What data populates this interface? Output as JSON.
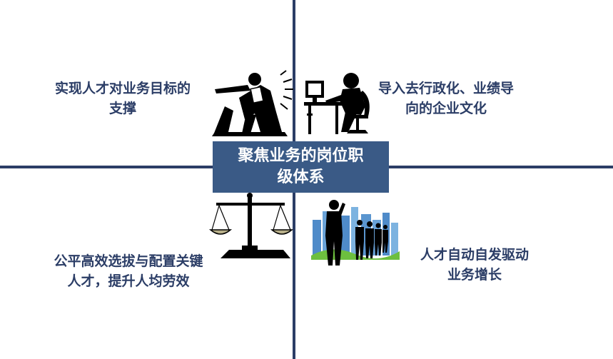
{
  "quadrants": {
    "top_left": {
      "line1": "实现人才对业务目标的",
      "line2": "支撑"
    },
    "top_right": {
      "line1": "导入去行政化、业绩导",
      "line2": "向的企业文化"
    },
    "bottom_left": {
      "line1": "公平高效选拔与配置关键",
      "line2": "人才，提升人均劳效"
    },
    "bottom_right": {
      "line1": "人才自动自发驱动",
      "line2": "业务增长"
    }
  },
  "center": {
    "line1": "聚焦业务的岗位职",
    "line2": "级体系"
  },
  "colors": {
    "axis": "#2b3d66",
    "text": "#2b3d66",
    "center_box": "#3a5a86",
    "center_text": "#ffffff"
  },
  "icons": [
    "boss-pointing-icon",
    "person-at-desk-icon",
    "balance-scale-icon",
    "business-people-icon"
  ]
}
